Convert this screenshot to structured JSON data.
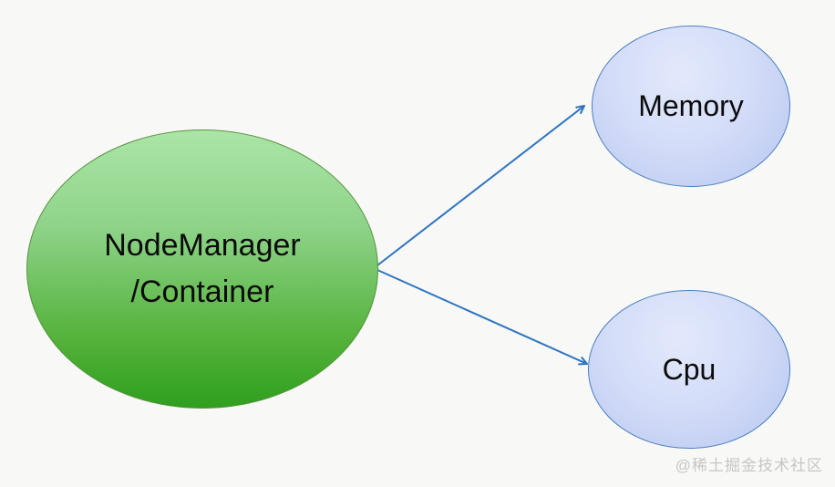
{
  "diagram": {
    "type": "node-link",
    "nodes": {
      "source": {
        "id": "nodemanager-container",
        "label": "NodeManager\n/Container",
        "shape": "ellipse",
        "fill_top": "#abe5a7",
        "fill_bottom": "#2f9f1e",
        "border_color": "#55923e",
        "text_color": "#0b0b0b"
      },
      "memory": {
        "id": "memory",
        "label": "Memory",
        "shape": "ellipse",
        "fill_center": "#e3e9fc",
        "fill_edge": "#b7c6f0",
        "border_color": "#4a7fc1",
        "text_color": "#0b0b0b"
      },
      "cpu": {
        "id": "cpu",
        "label": "Cpu",
        "shape": "ellipse",
        "fill_center": "#e3e9fc",
        "fill_edge": "#b7c6f0",
        "border_color": "#4a7fc1",
        "text_color": "#0b0b0b"
      }
    },
    "edges": [
      {
        "from": "nodemanager-container",
        "to": "memory",
        "style": "arrow",
        "color": "#2e74c0"
      },
      {
        "from": "nodemanager-container",
        "to": "cpu",
        "style": "arrow",
        "color": "#2e74c0"
      }
    ],
    "arrow_color": "#2e74c0",
    "background_color": "#f8f8f6"
  },
  "watermark": {
    "text": "@稀土掘金技术社区",
    "color": "#c9c6c3"
  }
}
